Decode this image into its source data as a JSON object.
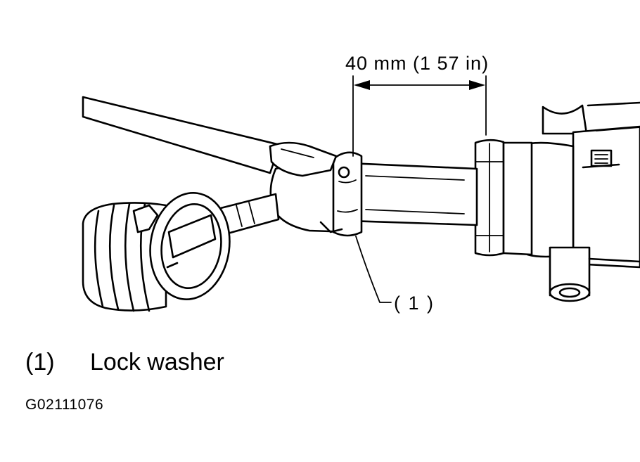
{
  "figure": {
    "dimension_label": "40 mm (1 57 in)",
    "callout_label": "( 1 )",
    "legend": {
      "number": "(1)",
      "text": "Lock washer"
    },
    "figure_id": "G02111076"
  }
}
